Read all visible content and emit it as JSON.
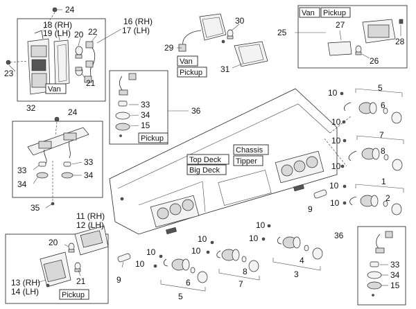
{
  "tags": {
    "van": "Van",
    "pickup": "Pickup",
    "top_deck": "Top Deck",
    "big_deck": "Big Deck",
    "chassis": "Chassis",
    "tipper": "Tipper"
  },
  "labels": {
    "p24a": "24",
    "p18": "18 (RH)",
    "p19": "19 (LH)",
    "p20a": "20",
    "p22": "22",
    "p16": "16 (RH)",
    "p17": "17 (LH)",
    "p23": "23",
    "p21a": "21",
    "p30": "30",
    "p29": "29",
    "p31": "31",
    "p25": "25",
    "p27": "27",
    "p28": "28",
    "p26": "26",
    "p32": "32",
    "p24b": "24",
    "p33a": "33",
    "p33b": "33",
    "p34a": "34",
    "p34b": "34",
    "p35": "35",
    "p33c": "33",
    "p34c": "34",
    "p15a": "15",
    "p36a": "36",
    "p10a": "10",
    "p5a": "5",
    "p6a": "6",
    "p10b": "10",
    "p10c": "10",
    "p7a": "7",
    "p8a": "8",
    "p10d": "10",
    "p10e": "10",
    "p1": "1",
    "p2": "2",
    "p10f": "10",
    "p9a": "9",
    "p11": "11 (RH)",
    "p12": "12 (LH)",
    "p20b": "20",
    "p13": "13 (RH)",
    "p14": "14 (LH)",
    "p21b": "21",
    "p10g": "10",
    "p10h": "10",
    "p10i": "10",
    "p10j": "10",
    "p10k": "10",
    "p10l": "10",
    "p4": "4",
    "p9b": "9",
    "p6b": "6",
    "p8b": "8",
    "p5b": "5",
    "p7b": "7",
    "p3": "3",
    "p36b": "36",
    "p33d": "33",
    "p34d": "34",
    "p15b": "15"
  }
}
